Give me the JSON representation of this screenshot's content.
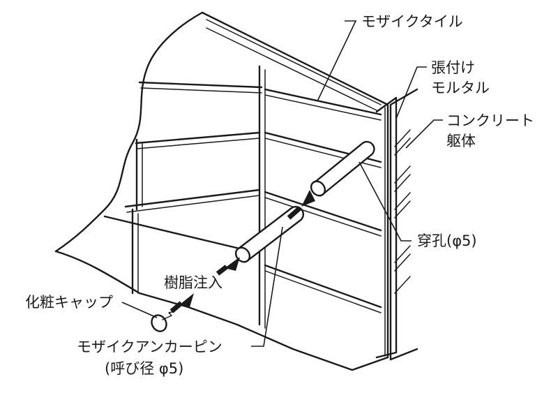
{
  "labels": {
    "mosaic_tile": "モザイクタイル",
    "mortar_line1": "張付け",
    "mortar_line2": "モルタル",
    "concrete_line1": "コンクリート",
    "concrete_line2": "躯体",
    "drill_hole": "穿孔(φ5)",
    "resin_injection": "樹脂注入",
    "cosmetic_cap": "化粧キャップ",
    "anchor_pin_line1": "モザイクアンカーピン",
    "anchor_pin_line2": "(呼び径 φ5)"
  }
}
